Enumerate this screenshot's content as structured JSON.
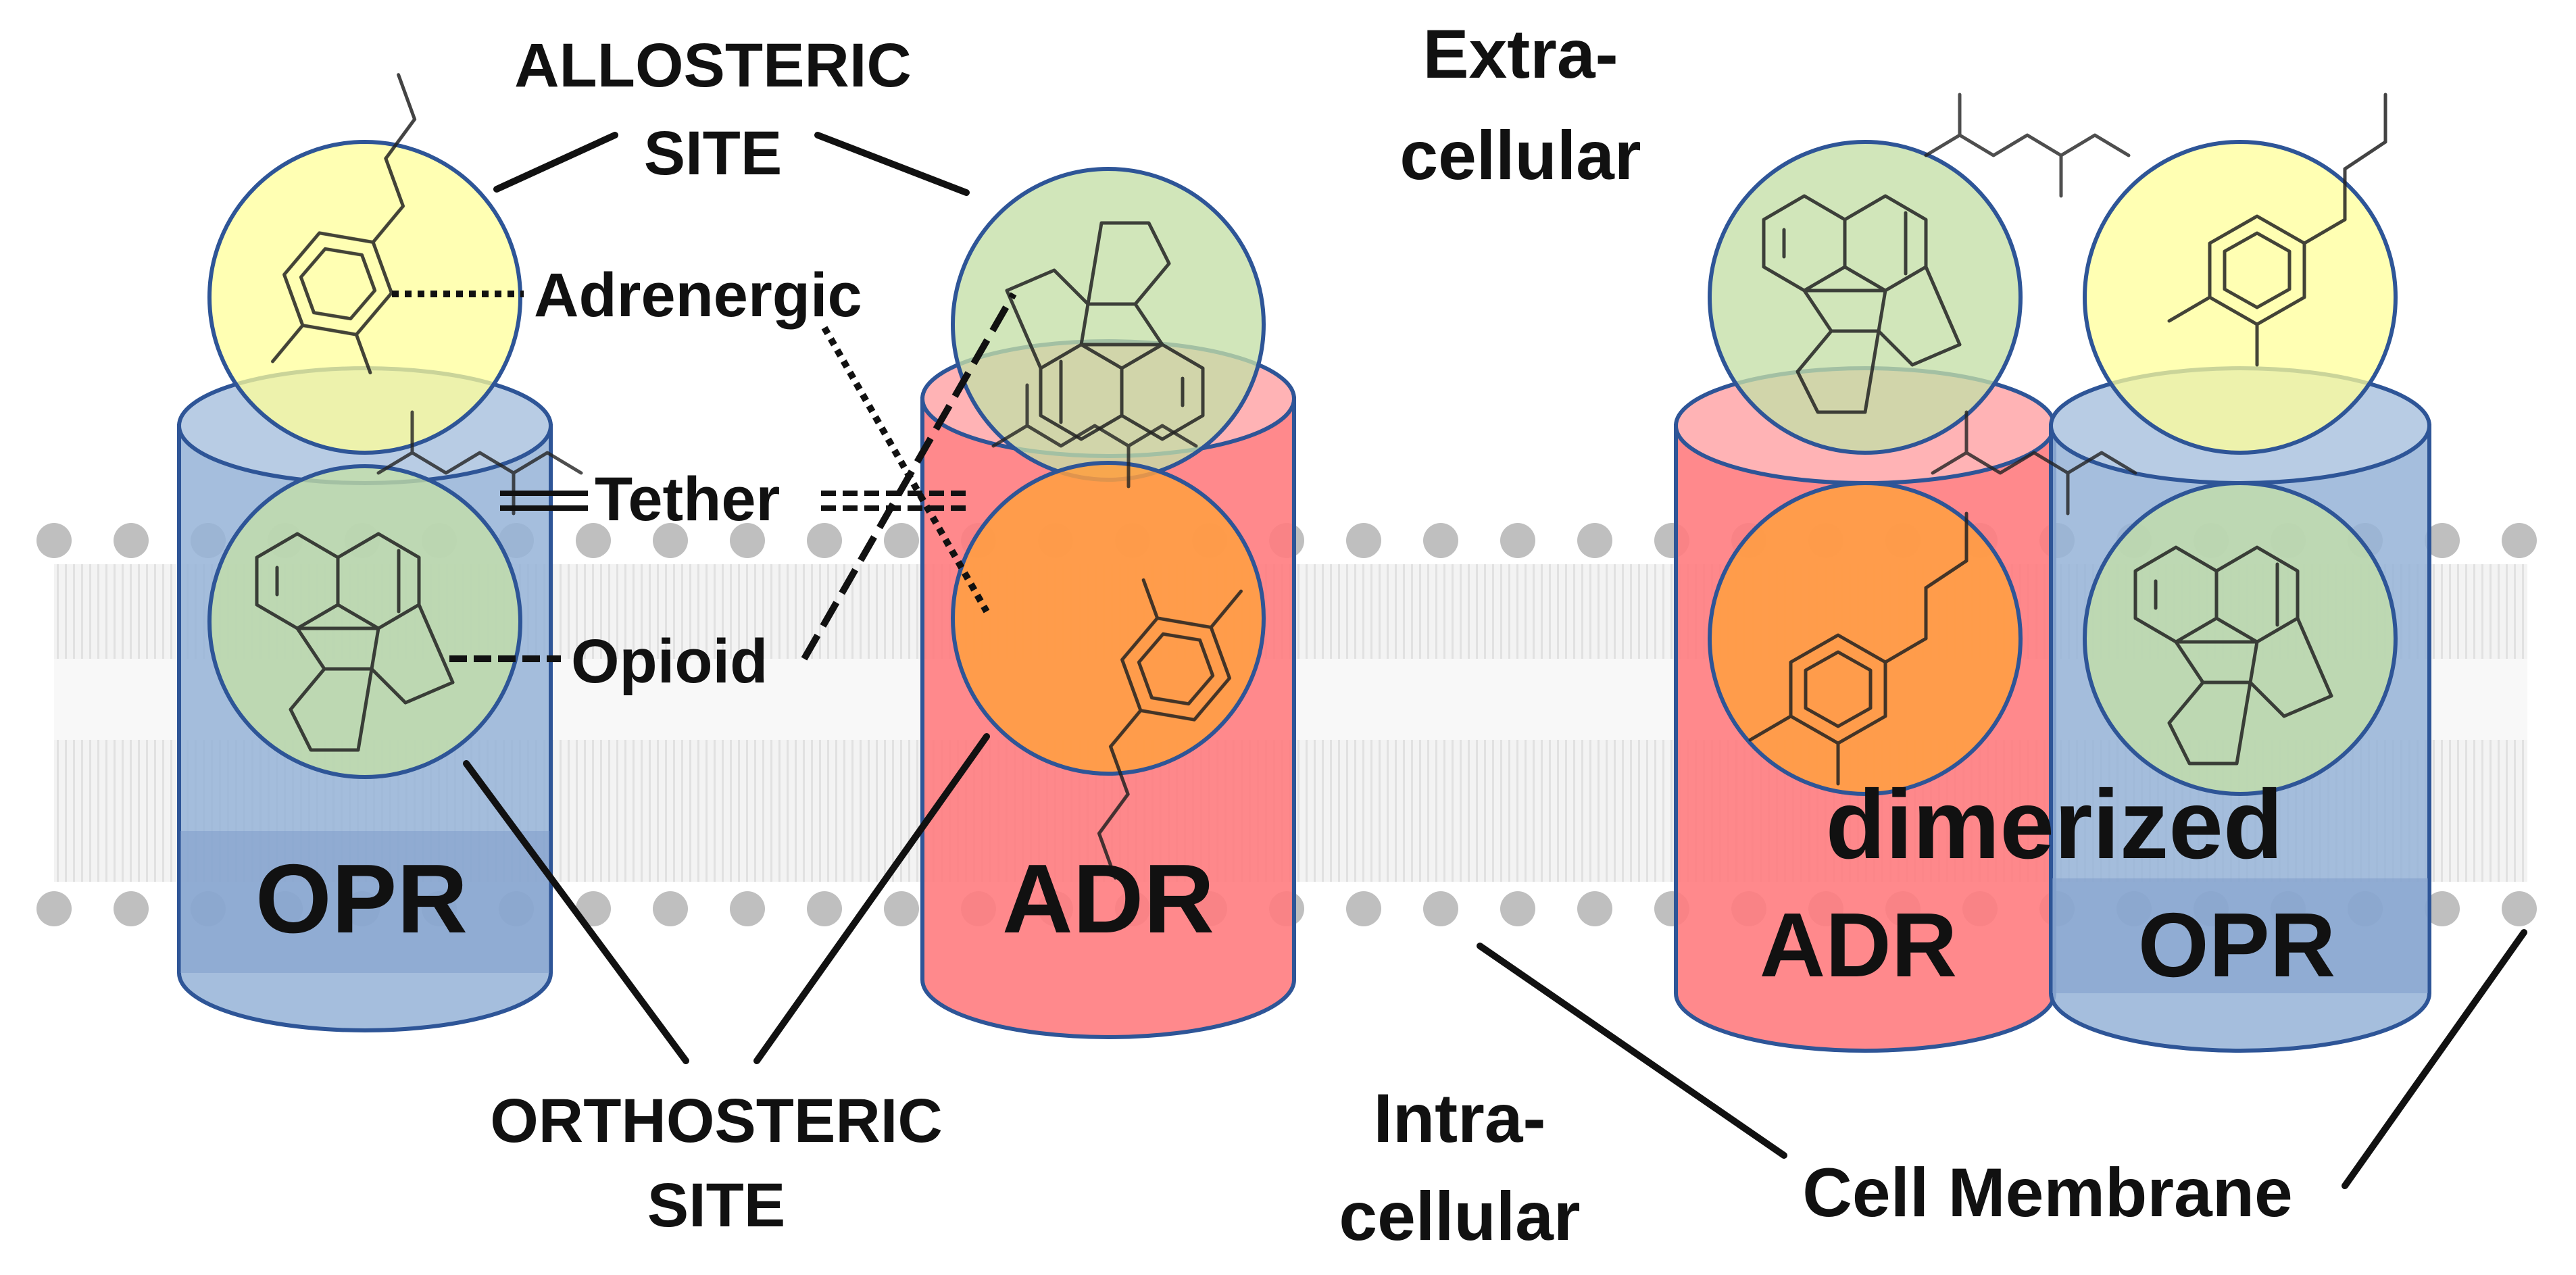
{
  "colors": {
    "opr_blue": "#95b3d7",
    "adr_red": "#ff7c80",
    "allosteric_yellow": "#ffff99",
    "opioid_green": "#c4dfa6",
    "adrenergic_orange": "#ffa040",
    "outline": "#2e5597",
    "membrane_dot": "#bfbfbf"
  },
  "icons": {
    "adrenergic_ligand": "catecholamine-structure-icon",
    "opioid_ligand": "morphinan-structure-icon",
    "tether": "peptide-tether-structure-icon"
  },
  "labels": {
    "allosteric_site": [
      "ALLOSTERIC",
      "SITE"
    ],
    "orthosteric_site": [
      "ORTHOSTERIC",
      "SITE"
    ],
    "adrenergic": "Adrenergic",
    "tether": "Tether",
    "opioid": "Opioid",
    "extracellular": [
      "Extra-",
      "cellular"
    ],
    "intracellular": [
      "Intra-",
      "cellular"
    ],
    "cell_membrane": "Cell Membrane",
    "dimerized": "dimerized"
  },
  "receptors": {
    "left_opr": "OPR",
    "left_adr": "ADR",
    "dimer_adr": "ADR",
    "dimer_opr": "OPR"
  }
}
